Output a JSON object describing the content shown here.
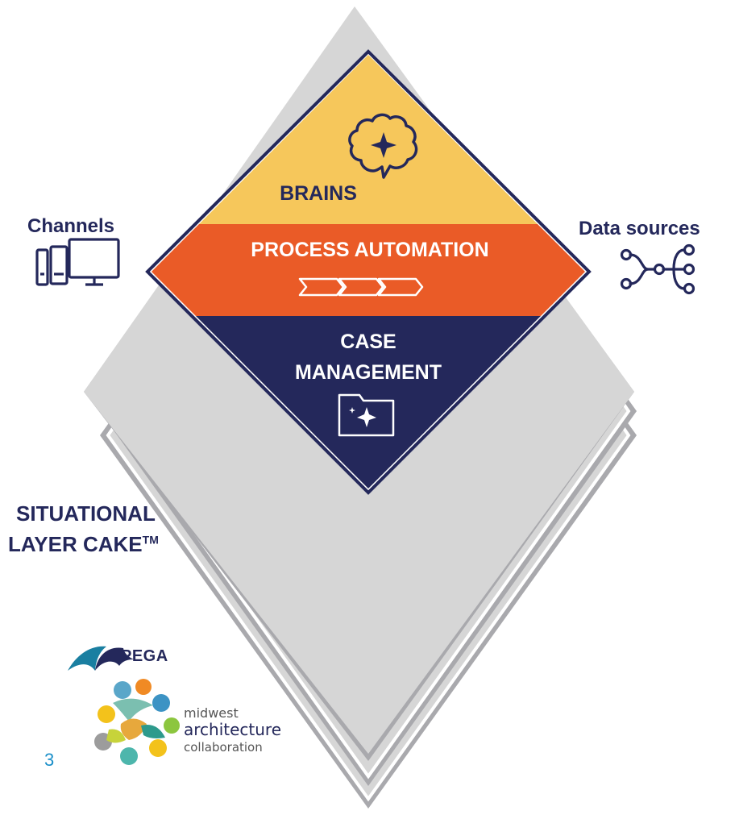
{
  "diagram": {
    "layers": [
      {
        "id": "brains",
        "label": "BRAINS",
        "color": "#f6c75b",
        "icon": "brain-sparkle-icon"
      },
      {
        "id": "process_automation",
        "label": "PROCESS AUTOMATION",
        "color": "#ea5b27",
        "icon": "chevron-flow-icon"
      },
      {
        "id": "case_management",
        "label_lines": [
          "CASE",
          "MANAGEMENT"
        ],
        "color": "#24285b",
        "icon": "folder-sparkle-icon"
      }
    ],
    "side_labels": {
      "channels": "Channels",
      "data_sources": "Data sources"
    },
    "caption_lines": [
      "SITUATIONAL",
      "LAYER CAKE"
    ],
    "caption_superscript": "TM",
    "colors": {
      "navy": "#24285b",
      "gray_diamond": "#d6d6d6",
      "gray_edge": "#a9a9ad"
    }
  },
  "branding": {
    "pega": "PEGA",
    "mac_lines": [
      "midwest",
      "architecture",
      "collaboration"
    ],
    "page_number": "3"
  }
}
